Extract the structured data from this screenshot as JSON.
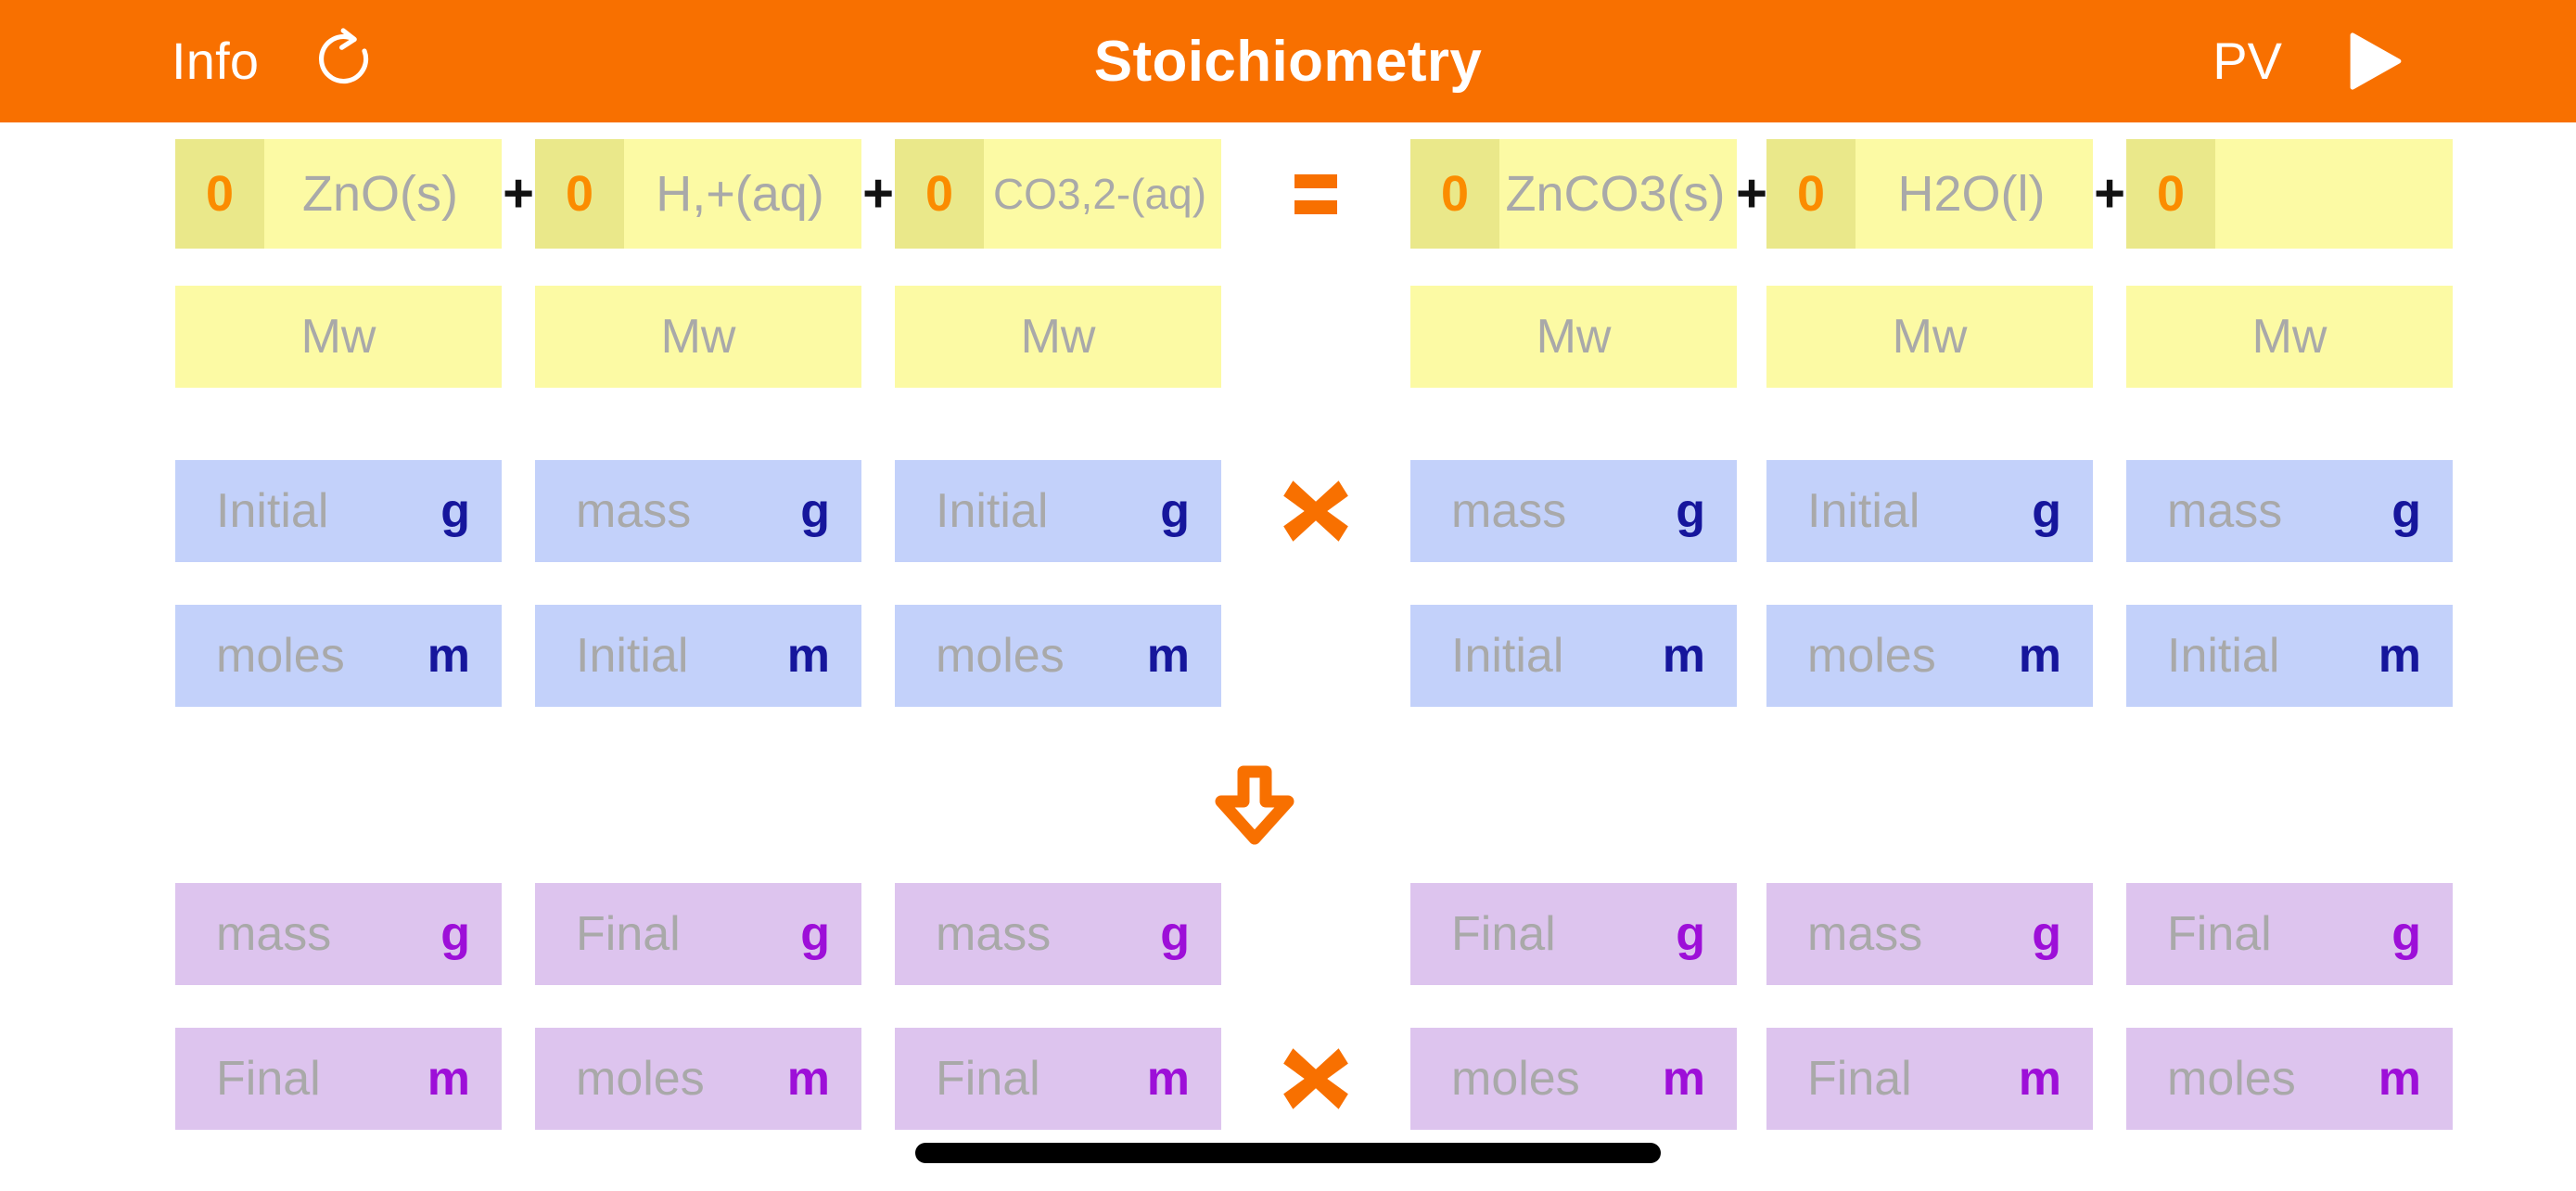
{
  "navbar": {
    "info_label": "Info",
    "refresh_icon": "refresh-icon",
    "title": "Stoichiometry",
    "pv_label": "PV",
    "play_icon": "play-icon",
    "background_color": "#f87000",
    "text_color": "#ffffff"
  },
  "colors": {
    "accent_orange": "#f87000",
    "coefficient_orange": "#fb8c00",
    "yellow_cell": "#fcfaa4",
    "coefficient_cell": "#eae88a",
    "blue_cell": "#c3d1fa",
    "purple_cell": "#ddc4ee",
    "unit_blue": "#16169c",
    "unit_purple": "#9d0fd8",
    "placeholder_gray": "#a9a9a9"
  },
  "equation": {
    "operator_equals": "=",
    "operator_plus": "+",
    "reactants": [
      {
        "coefficient": "0",
        "formula": "ZnO(s)"
      },
      {
        "coefficient": "0",
        "formula": "H,+(aq)"
      },
      {
        "coefficient": "0",
        "formula": "CO3,2-(aq)"
      }
    ],
    "products": [
      {
        "coefficient": "0",
        "formula": "ZnCO3(s)"
      },
      {
        "coefficient": "0",
        "formula": "H2O(l)"
      },
      {
        "coefficient": "0",
        "formula": ""
      }
    ]
  },
  "mw_row": {
    "placeholder": "Mw",
    "reactants": [
      "Mw",
      "Mw",
      "Mw"
    ],
    "products": [
      "Mw",
      "Mw",
      "Mw"
    ]
  },
  "rows": [
    {
      "name": "mass-grams-row",
      "color": "blue",
      "unit": "g",
      "reactants": [
        "Initial",
        "mass",
        "Initial"
      ],
      "products": [
        "mass",
        "Initial",
        "mass"
      ],
      "center_icon": "multiply-icon"
    },
    {
      "name": "moles-row",
      "color": "blue",
      "unit": "m",
      "reactants": [
        "moles",
        "Initial",
        "moles"
      ],
      "products": [
        "Initial",
        "moles",
        "Initial"
      ],
      "center_icon": "none"
    },
    {
      "name": "final-mass-row",
      "color": "purple",
      "unit": "g",
      "reactants": [
        "mass",
        "Final",
        "mass"
      ],
      "products": [
        "Final",
        "mass",
        "Final"
      ],
      "center_icon": "none"
    },
    {
      "name": "final-moles-row",
      "color": "purple",
      "unit": "m",
      "reactants": [
        "Final",
        "moles",
        "Final"
      ],
      "products": [
        "moles",
        "Final",
        "moles"
      ],
      "center_icon": "multiply-icon"
    }
  ],
  "center_icons": {
    "multiply_top": "multiply-icon",
    "arrow_down": "arrow-down-icon",
    "multiply_bottom": "multiply-icon"
  },
  "home_indicator": "home-indicator"
}
